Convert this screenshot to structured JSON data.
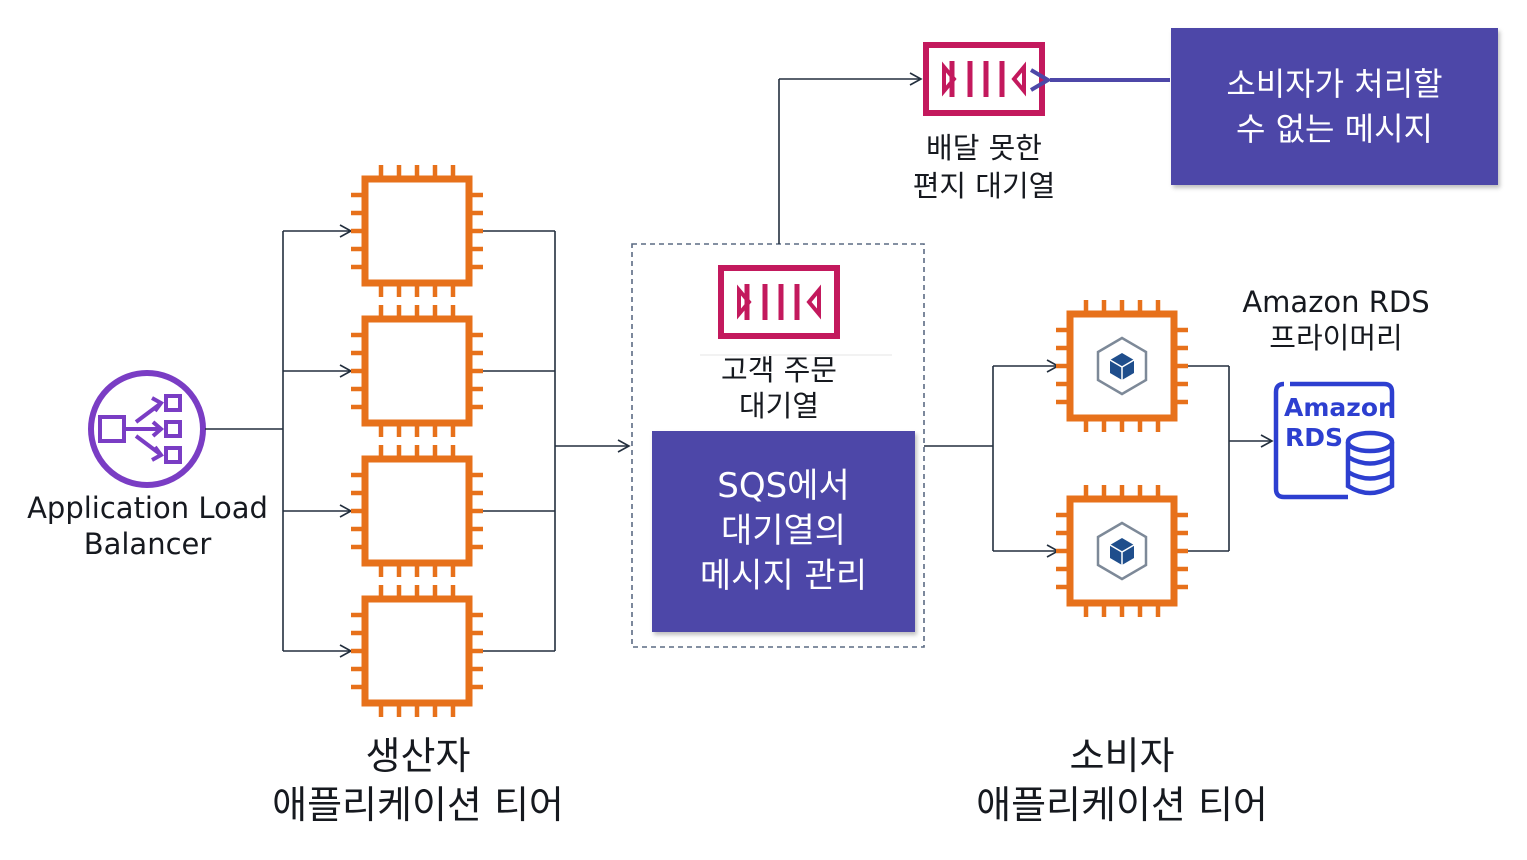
{
  "colors": {
    "ec2": "#e7711b",
    "sqs": "#c3195d",
    "elb": "#7a3dc4",
    "rds": "#2d3fd0",
    "box": "#4d47a8",
    "line": "#232f3e",
    "dashed": "#5b6b83",
    "arrow_dlq": "#4d47a8"
  },
  "load_balancer": {
    "label": "Application Load\nBalancer",
    "icon": "elb-icon"
  },
  "producer_tier": {
    "label": "생산자\n애플리케이션 티어",
    "instance_count": 4,
    "icon": "ec2-instance-icon"
  },
  "sqs_group": {
    "queue_label": "고객 주문\n대기열",
    "manage_label": "SQS에서\n대기열의\n메시지 관리",
    "icon": "sqs-queue-icon"
  },
  "dead_letter_queue": {
    "label": "배달 못한\n편지 대기열",
    "icon": "sqs-queue-icon"
  },
  "unprocessable_note": {
    "label": "소비자가 처리할\n수 없는 메시지"
  },
  "consumer_tier": {
    "label": "소비자\n애플리케이션 티어",
    "instance_count": 2,
    "icon": "ec2-instance-cube-icon"
  },
  "rds": {
    "label": "Amazon RDS\n프라이머리",
    "icon_text_1": "Amazon",
    "icon_text_2": "RDS",
    "icon": "rds-database-icon"
  }
}
